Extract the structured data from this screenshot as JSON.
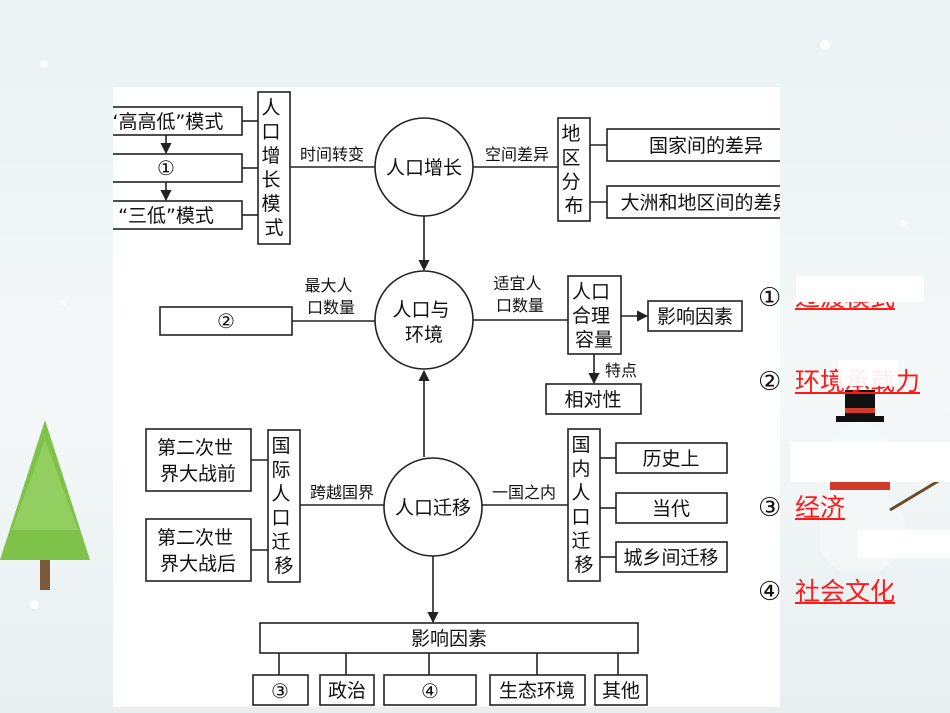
{
  "diagram": {
    "top_left": {
      "box1": "“高高低”模式",
      "box2": "①",
      "box3": "“三低”模式",
      "vertical_label": [
        "人",
        "口",
        "增",
        "长",
        "模",
        "式"
      ],
      "edge_label": "时间转变"
    },
    "center_top": "人口增长",
    "top_right": {
      "edge_label": "空间差异",
      "vertical_label": [
        "地",
        "区",
        "分",
        "布"
      ],
      "box1": "国家间的差异",
      "box2": "大洲和地区间的差异"
    },
    "center_middle": [
      "人口与",
      "环境"
    ],
    "middle_left": {
      "edge_label": [
        "最大人",
        "口数量"
      ],
      "box": "②"
    },
    "middle_right": {
      "edge_label": [
        "适宜人",
        "口数量"
      ],
      "capacity_box": [
        "人口",
        "合理",
        "容量"
      ],
      "factors_box": "影响因素",
      "feature_label": "特点",
      "relative_box": "相对性"
    },
    "center_bottom": "人口迁移",
    "bottom_left": {
      "edge_label": "跨越国界",
      "vertical_label": [
        "国",
        "际",
        "人",
        "口",
        "迁",
        "移"
      ],
      "box1": [
        "第二次世",
        "界大战前"
      ],
      "box2": [
        "第二次世",
        "界大战后"
      ]
    },
    "bottom_right": {
      "edge_label": "一国之内",
      "vertical_label": [
        "国",
        "内",
        "人",
        "口",
        "迁",
        "移"
      ],
      "box1": "历史上",
      "box2": "当代",
      "box3": "城乡间迁移"
    },
    "influence": {
      "title": "影响因素",
      "items": [
        "③",
        "政治",
        "④",
        "生态环境",
        "其他"
      ]
    }
  },
  "answers": [
    {
      "num": "①",
      "text": "过渡模式"
    },
    {
      "num": "②",
      "text": "环境承载力"
    },
    {
      "num": "③",
      "text": "经济"
    },
    {
      "num": "④",
      "text": "社会文化"
    }
  ],
  "colors": {
    "answer_text": "#ff1a1a",
    "line": "#222222",
    "background": "#eaf2f4"
  }
}
